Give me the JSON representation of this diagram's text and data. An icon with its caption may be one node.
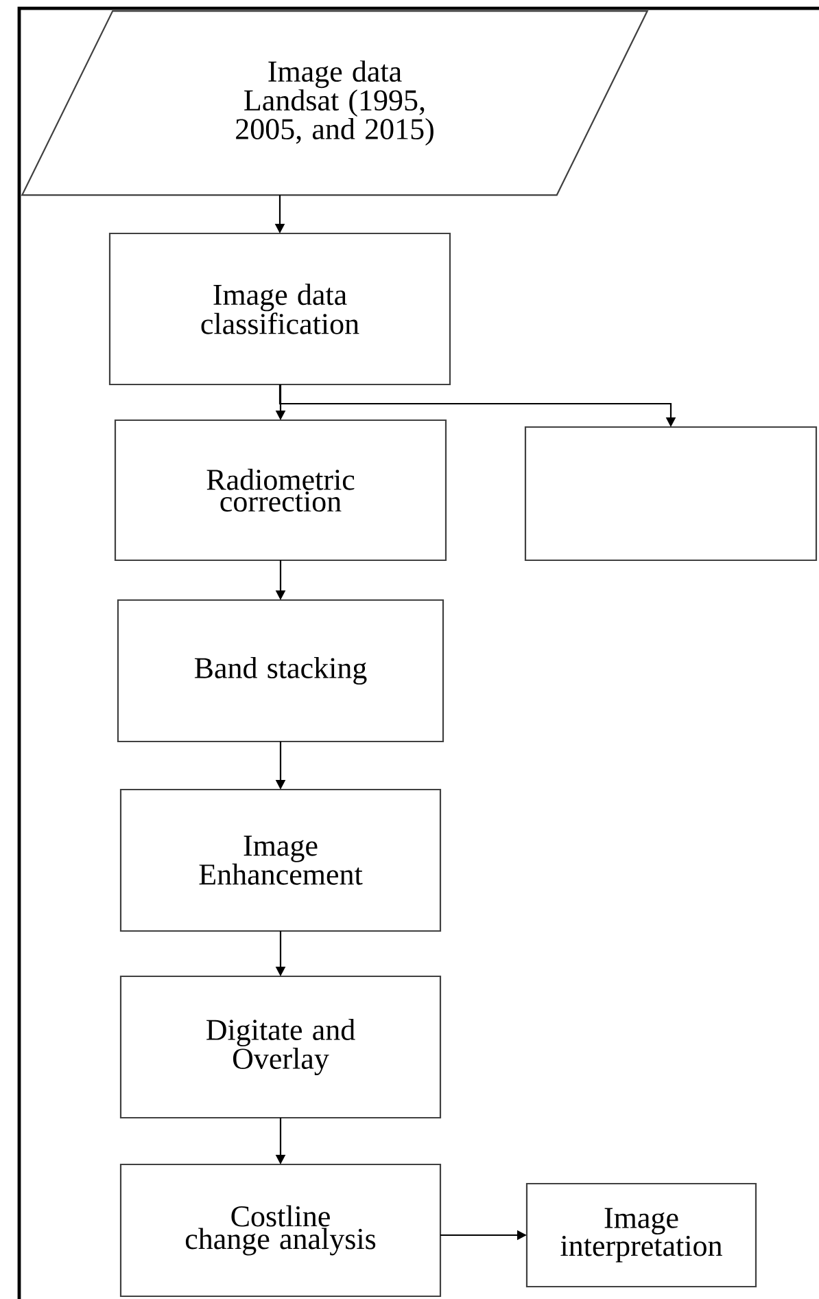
{
  "diagram": {
    "nodes": [
      {
        "text": [
          "Image data Landsat (1995, 2005, and 2015)"
        ]
      },
      {
        "text": [
          "Image data classification"
        ]
      },
      {
        "text": [
          "Radiometric correction"
        ]
      },
      {
        "text": [],
        "shape": "box"
      },
      {
        "text": [
          "Band stacking"
        ]
      },
      {
        "text": [
          "Image Enhancement"
        ]
      },
      {
        "text": [
          "Digitate and Overlay"
        ]
      },
      {
        "text": [
          "Costline change analysis"
        ]
      },
      {
        "text": [
          "Image interpretation"
        ]
      }
    ],
    "edges": [
      {
        "from": 0,
        "to": 1,
        "arrow": "to"
      },
      {
        "from": 1,
        "to": 2,
        "arrow": "to"
      },
      {
        "from": 1,
        "to": 3,
        "arrow": "to"
      },
      {
        "from": 2,
        "to": 4,
        "arrow": "to"
      },
      {
        "from": 4,
        "to": 5,
        "arrow": "to"
      },
      {
        "from": 5,
        "to": 6,
        "arrow": "to"
      },
      {
        "from": 6,
        "to": 7,
        "arrow": "to"
      },
      {
        "from": 7,
        "to": 8,
        "arrow": "to"
      }
    ]
  }
}
